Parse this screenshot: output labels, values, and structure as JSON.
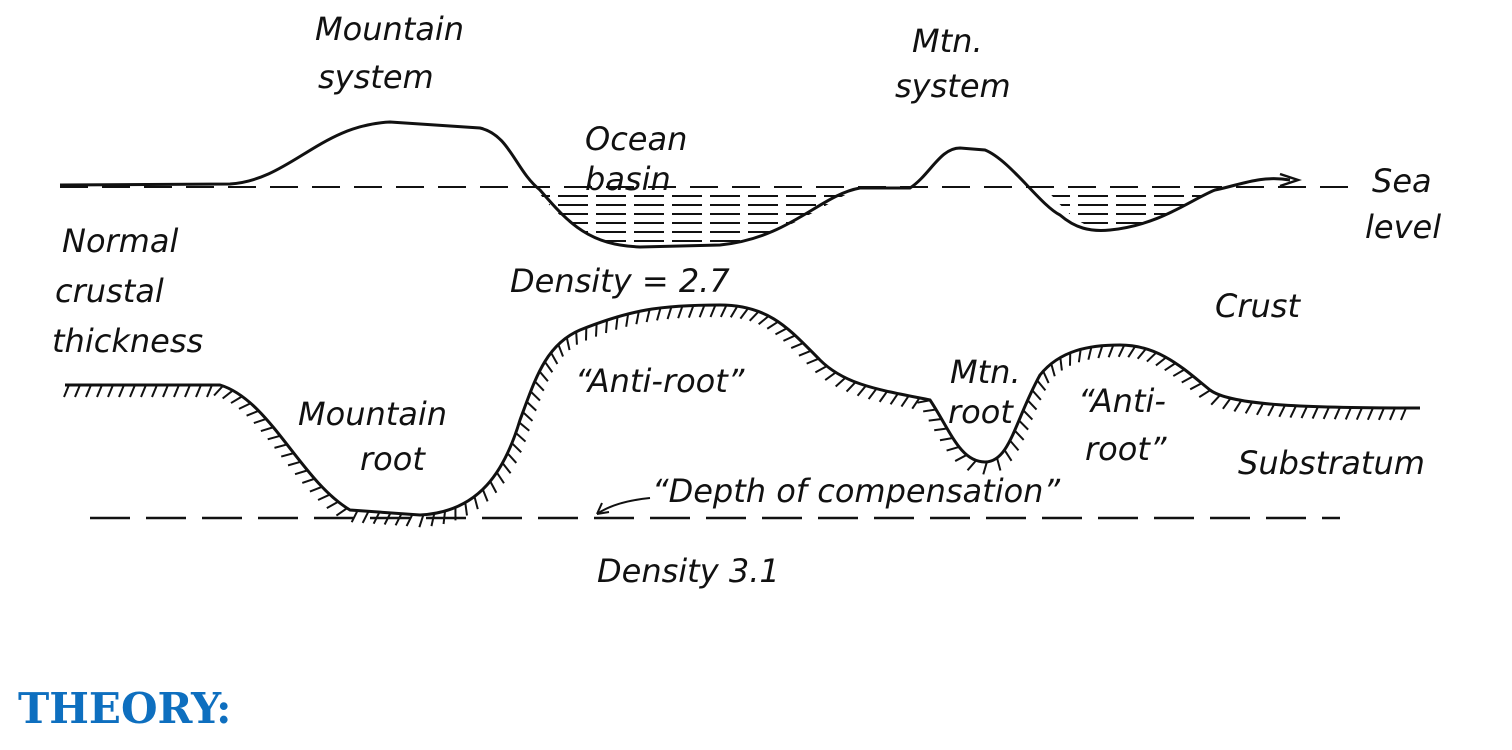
{
  "diagram": {
    "labels": {
      "mountain_system_1": "Mountain",
      "mountain_system_2": "system",
      "ocean_basin_1": "Ocean",
      "ocean_basin_2": "basin",
      "mtn_system_1": "Mtn.",
      "mtn_system_2": "system",
      "sea_level_1": "Sea",
      "sea_level_2": "level",
      "normal_1": "Normal",
      "normal_2": "crustal",
      "normal_3": "thickness",
      "density_crust": "Density = 2.7",
      "crust": "Crust",
      "anti_root_1": "“Anti-root”",
      "mountain_root_1": "Mountain",
      "mountain_root_2": "root",
      "mtn_root_1": "Mtn.",
      "mtn_root_2": "root",
      "anti_root_2a": "“Anti-",
      "anti_root_2b": "root”",
      "substratum": "Substratum",
      "depth_of_compensation": "“Depth of compensation”",
      "density_substratum": "Density 3.1"
    },
    "line_color": "#111111"
  },
  "heading": {
    "text": "THEORY:",
    "color": "#0e6fbf"
  }
}
